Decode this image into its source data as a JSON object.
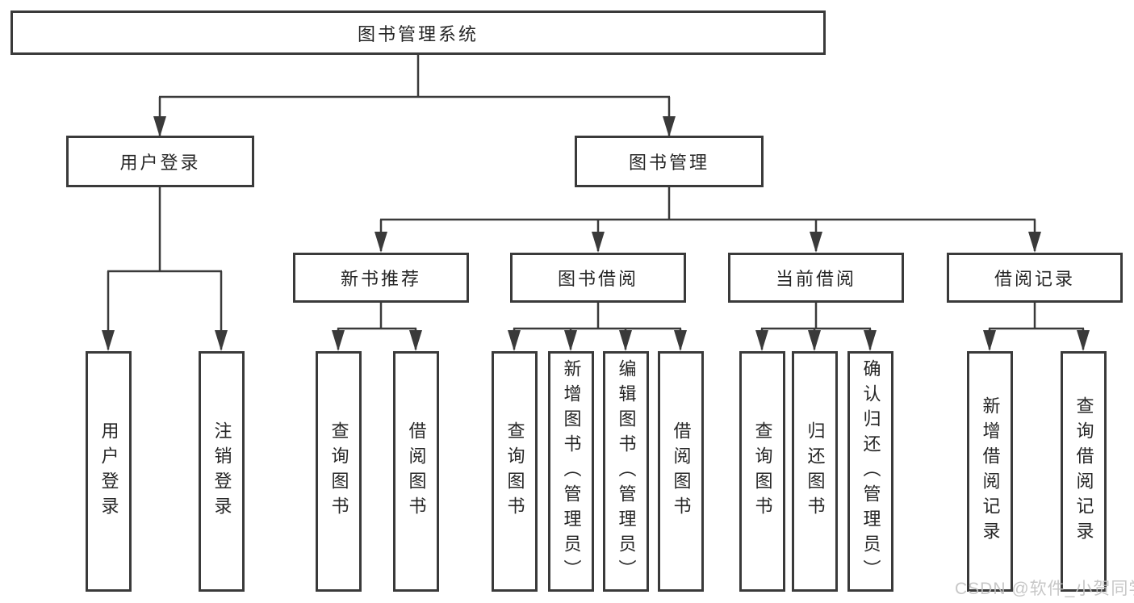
{
  "root": {
    "label": "图书管理系统"
  },
  "branches": [
    {
      "label": "用户登录"
    },
    {
      "label": "图书管理"
    }
  ],
  "modules": [
    {
      "label": "新书推荐"
    },
    {
      "label": "图书借阅"
    },
    {
      "label": "当前借阅"
    },
    {
      "label": "借阅记录"
    }
  ],
  "leaves": [
    {
      "label": "用户登录"
    },
    {
      "label": "注销登录"
    },
    {
      "label": "查询图书"
    },
    {
      "label": "借阅图书"
    },
    {
      "label": "查询图书"
    },
    {
      "label": "新增图书（管理员）"
    },
    {
      "label": "编辑图书（管理员）"
    },
    {
      "label": "借阅图书"
    },
    {
      "label": "查询图书"
    },
    {
      "label": "归还图书"
    },
    {
      "label": "确认归还（管理员）"
    },
    {
      "label": "新增借阅记录"
    },
    {
      "label": "查询借阅记录"
    }
  ],
  "watermark": {
    "text": "CSDN @软件_小贺同学"
  },
  "colors": {
    "line": "#3a3a3a",
    "text": "#262626",
    "watermark": "#c2c2c2",
    "background": "#ffffff"
  }
}
